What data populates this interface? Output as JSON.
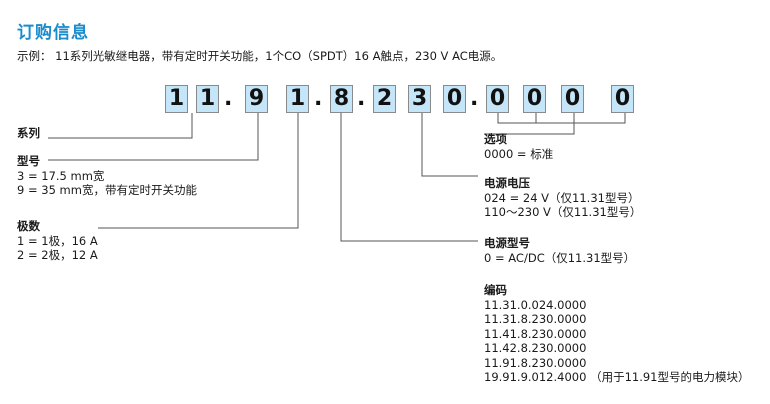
{
  "title": "订购信息",
  "example": "示例： 11系列光敏继电器，带有定时开关功能，1个CO（SPDT）16 A触点，230 V AC电源。",
  "code": {
    "chars": [
      "1",
      "1",
      ".",
      "9",
      "1",
      ".",
      "8",
      ".",
      "2",
      "3",
      "0",
      ".",
      "0",
      "0",
      "0",
      "0"
    ]
  },
  "series": {
    "heading": "系列"
  },
  "type": {
    "heading": "型号",
    "lines": [
      "3 = 17.5 mm宽",
      "9 = 35 mm宽，带有定时开关功能"
    ]
  },
  "poles": {
    "heading": "极数",
    "lines": [
      "1 = 1极，16 A",
      "2 = 2极，12 A"
    ]
  },
  "options": {
    "heading": "选项",
    "lines": [
      "0000 = 标准"
    ]
  },
  "supply_voltage": {
    "heading": "电源电压",
    "lines": [
      "024 =   24 V（仅11.31型号）",
      "110～230 V（仅11.31型号）"
    ]
  },
  "supply_type": {
    "heading": "电源型号",
    "lines": [
      "0 = AC/DC（仅11.31型号）"
    ]
  },
  "codes": {
    "heading": "编码",
    "lines": [
      "11.31.0.024.0000",
      "11.31.8.230.0000",
      "11.41.8.230.0000",
      "11.42.8.230.0000",
      "11.91.8.230.0000",
      "19.91.9.012.4000 （用于11.91型号的电力模块）"
    ]
  }
}
